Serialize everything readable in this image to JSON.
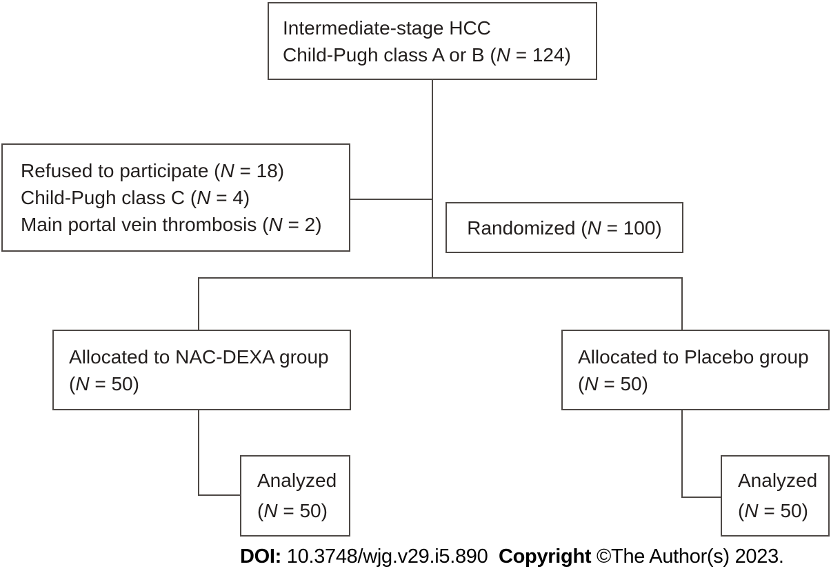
{
  "colors": {
    "line": "#4d4845",
    "text": "#221e1d",
    "background": "#ffffff"
  },
  "diagram": {
    "top_box": {
      "line1": "Intermediate-stage HCC",
      "line2": {
        "pre": "Child-Pugh class A or B (",
        "n": "N",
        "post": " = 124)"
      }
    },
    "exclusion_box": {
      "line1": {
        "pre": "Refused to participate (",
        "n": "N",
        "post": " = 18)"
      },
      "line2": {
        "pre": "Child-Pugh class C (",
        "n": "N",
        "post": " = 4)"
      },
      "line3": {
        "pre": "Main portal vein thrombosis (",
        "n": "N",
        "post": " = 2)"
      }
    },
    "randomized_box": {
      "line1": {
        "pre": "Randomized (",
        "n": "N",
        "post": " = 100)"
      }
    },
    "alloc_nacdexa_box": {
      "line1": "Allocated to NAC-DEXA group",
      "line2": {
        "pre": "(",
        "n": "N",
        "post": " = 50)"
      }
    },
    "alloc_placebo_box": {
      "line1": "Allocated to Placebo group",
      "line2": {
        "pre": "(",
        "n": "N",
        "post": " = 50)"
      }
    },
    "analyzed_nacdexa_box": {
      "line1": "Analyzed",
      "line2": {
        "pre": "(",
        "n": "N",
        "post": " = 50)"
      }
    },
    "analyzed_placebo_box": {
      "line1": "Analyzed",
      "line2": {
        "pre": "(",
        "n": "N",
        "post": " = 50)"
      }
    }
  },
  "footer": {
    "doi_label": "DOI: ",
    "doi_value": "10.3748/wjg.v29.i5.890  ",
    "copyright_label": "Copyright ",
    "copyright_value": "©The Author(s) 2023."
  }
}
